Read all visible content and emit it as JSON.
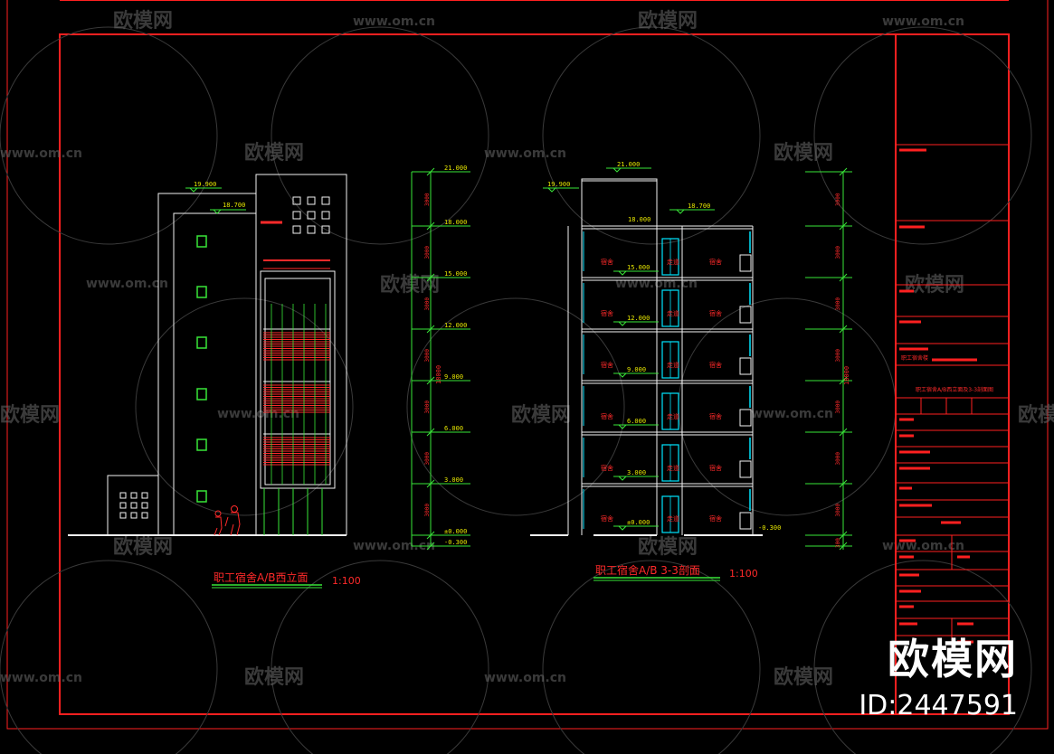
{
  "elevation": {
    "title": "职工宿舍A/B西立面",
    "scale": "1:100",
    "level_labels": [
      "19.900",
      "18.700"
    ],
    "dim_levels": [
      "21.000",
      "18.000",
      "15.000",
      "12.000",
      "9.000",
      "6.000",
      "3.000",
      "±0.000",
      "-0.300"
    ],
    "floor_heights": [
      "3000",
      "3000",
      "3000",
      "3000",
      "3000",
      "3000",
      "3000"
    ],
    "total_height": "18000"
  },
  "section": {
    "title": "职工宿舍A/B 3-3剖面",
    "scale": "1:100",
    "level_labels": [
      "21.000",
      "19.900",
      "18.700",
      "18.000",
      "15.000",
      "12.000",
      "9.000",
      "6.000",
      "3.000",
      "±0.000",
      "-0.300"
    ],
    "room_labels": [
      "宿舍",
      "走道"
    ],
    "floor_heights": [
      "3000",
      "3000",
      "3000",
      "3000",
      "3000",
      "3000",
      "3000",
      "300"
    ],
    "total_height": "18000"
  },
  "title_block": {
    "project_name": "职工宿舍楼",
    "drawing_title": "职工宿舍A/B西立面及3-3剖面图"
  },
  "watermark": {
    "site": "www.om.cn",
    "brand": "欧模网"
  },
  "brand_overlay": {
    "logo_text": "欧模网",
    "id_text": "ID:2447591"
  }
}
